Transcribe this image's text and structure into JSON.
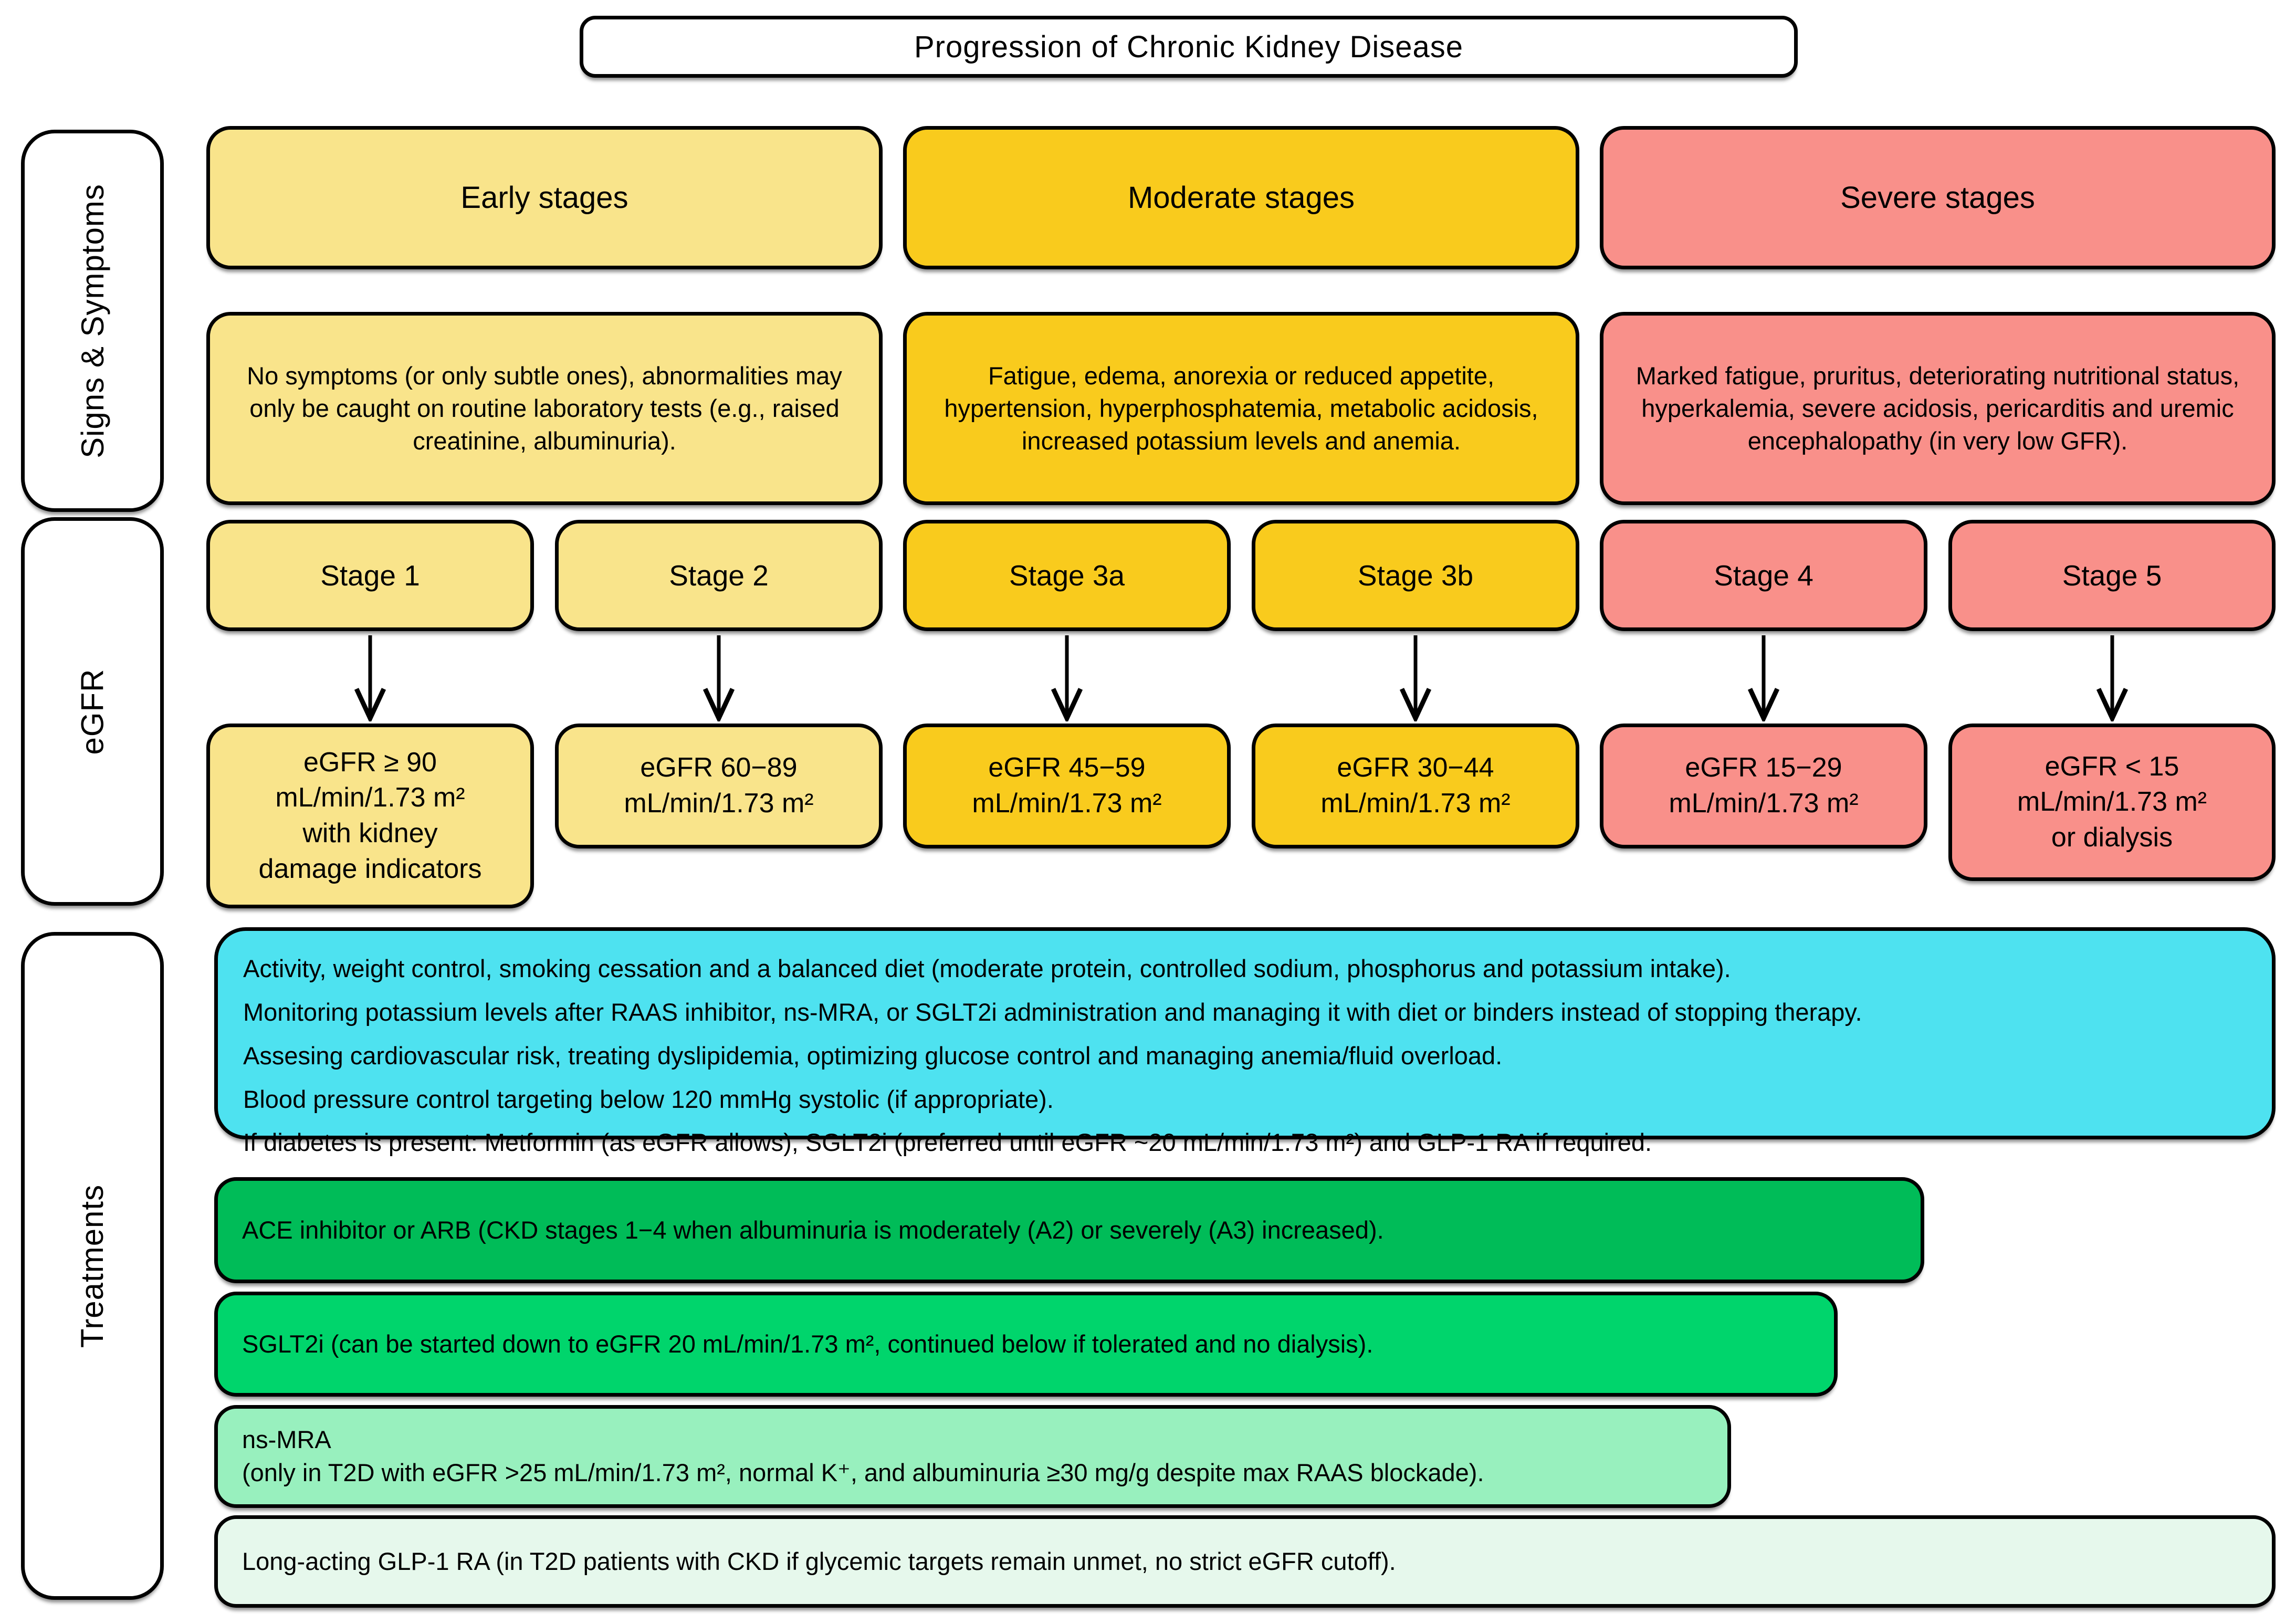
{
  "title": "Progression of Chronic Kidney Disease",
  "sidebar": {
    "rows": [
      {
        "label": "Signs & Symptoms"
      },
      {
        "label": "eGFR"
      },
      {
        "label": "Treatments"
      }
    ]
  },
  "groups": [
    {
      "label": "Early stages",
      "color": "#F9E48B",
      "symptoms": "No symptoms (or only subtle ones), abnormalities may only be caught on routine laboratory tests (e.g., raised creatinine, albuminuria)."
    },
    {
      "label": "Moderate stages",
      "color": "#F9CB1D",
      "symptoms": "Fatigue, edema, anorexia or reduced appetite, hypertension, hyperphosphatemia, metabolic acidosis, increased potassium levels and anemia."
    },
    {
      "label": "Severe stages",
      "color": "#F9908A",
      "symptoms": "Marked fatigue, pruritus, deteriorating nutritional status, hyperkalemia, severe acidosis, pericarditis and uremic encephalopathy (in very low GFR)."
    }
  ],
  "stages": [
    {
      "label": "Stage 1",
      "color": "#F9E48B",
      "egfr": "eGFR ≥ 90\nmL/min/1.73 m²\nwith kidney\ndamage indicators"
    },
    {
      "label": "Stage 2",
      "color": "#F9E48B",
      "egfr": "eGFR 60−89\nmL/min/1.73 m²"
    },
    {
      "label": "Stage 3a",
      "color": "#F9CB1D",
      "egfr": "eGFR 45−59\nmL/min/1.73 m²"
    },
    {
      "label": "Stage 3b",
      "color": "#F9CB1D",
      "egfr": "eGFR 30−44\nmL/min/1.73 m²"
    },
    {
      "label": "Stage 4",
      "color": "#F9908A",
      "egfr": "eGFR 15−29\nmL/min/1.73 m²"
    },
    {
      "label": "Stage 5",
      "color": "#F9908A",
      "egfr": "eGFR < 15\nmL/min/1.73 m²\nor dialysis"
    }
  ],
  "treatments": {
    "general": {
      "color": "#4EE2F0",
      "lines": [
        "Activity, weight control, smoking cessation and a balanced diet (moderate protein, controlled sodium, phosphorus and potassium intake).",
        "Monitoring potassium levels after RAAS inhibitor, ns-MRA, or SGLT2i administration and managing it with diet or binders instead of stopping therapy.",
        "Assesing cardiovascular risk, treating dyslipidemia, optimizing glucose control and managing anemia/fluid overload.",
        "Blood pressure control targeting below 120 mmHg systolic (if appropriate).",
        "If diabetes is present: Metformin (as eGFR allows), SGLT2i (preferred until eGFR ~20 mL/min/1.73 m²) and GLP-1 RA if required."
      ]
    },
    "bars": [
      {
        "color": "#00BC58",
        "label": "ACE inhibitor or ARB (CKD stages 1−4 when albuminuria is moderately (A2) or severely (A3) increased)."
      },
      {
        "color": "#00D56C",
        "label": "SGLT2i (can be started down to eGFR 20 mL/min/1.73 m², continued below if tolerated and no dialysis)."
      },
      {
        "color": "#98F0BE",
        "label": "ns-MRA\n(only in T2D with eGFR >25 mL/min/1.73 m², normal K⁺, and albuminuria ≥30 mg/g despite max RAAS blockade)."
      },
      {
        "color": "#E6F8EC",
        "label": "Long-acting GLP-1 RA (in T2D patients with CKD if glycemic targets remain unmet, no strict eGFR cutoff)."
      }
    ]
  }
}
